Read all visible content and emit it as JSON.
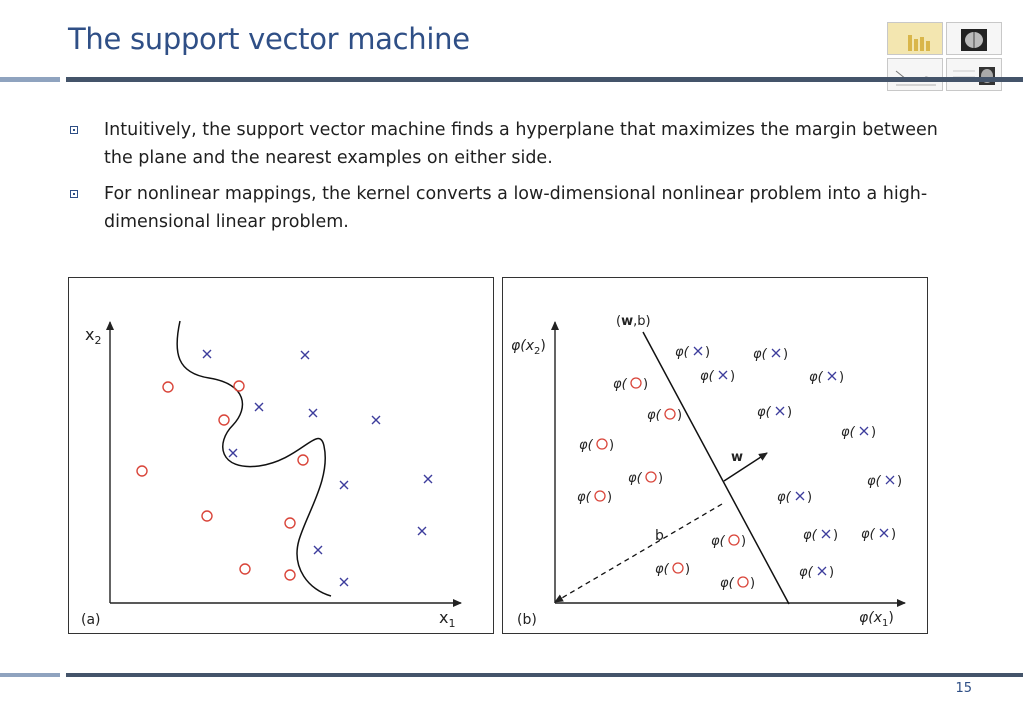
{
  "slide": {
    "title": "The support vector machine",
    "page_number": "15"
  },
  "bullets": [
    "Intuitively, the support vector machine finds a hyperplane that maximizes the margin between the plane and the nearest examples on either side.",
    "For nonlinear mappings, the kernel converts a low-dimensional nonlinear problem into a high-dimensional linear problem."
  ],
  "figure_a": {
    "panel_label": "(a)",
    "axis_x_label": "x",
    "axis_x_sub": "1",
    "axis_y_label": "x",
    "axis_y_sub": "2"
  },
  "figure_b": {
    "panel_label": "(b)",
    "axis_x_label": "φ(x",
    "axis_x_sub": "1",
    "axis_x_close": ")",
    "axis_y_label": "φ(x",
    "axis_y_sub": "2",
    "axis_y_close": ")",
    "hyperplane_label_open": "(",
    "hyperplane_label_w": "w",
    "hyperplane_label_rest": ",b)",
    "normal_label": "w",
    "offset_label": "b",
    "phi": "φ(",
    "close": ")"
  },
  "colors": {
    "title": "#2f4f86",
    "circle": "#d9453a",
    "cross": "#3d3d9c"
  }
}
